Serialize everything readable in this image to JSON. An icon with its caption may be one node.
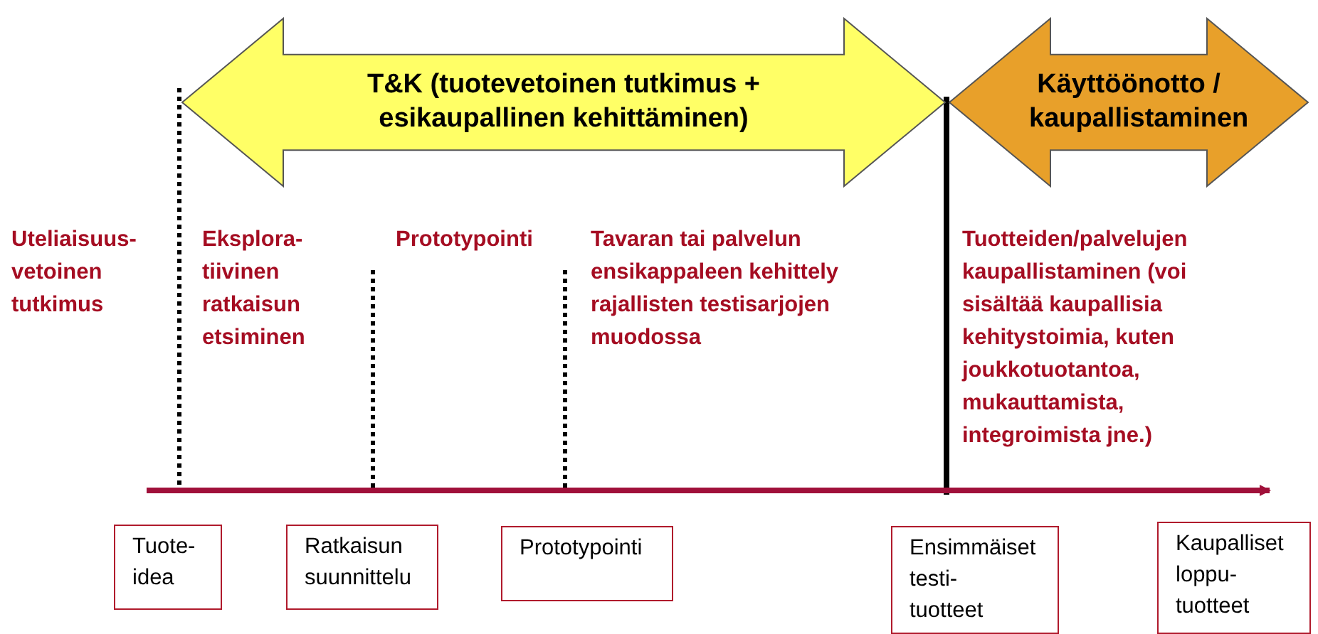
{
  "diagram": {
    "nodes": [
      {
        "text": [
          "T&K (tuotevetoinen tutkimus + esikaupallinen kehittäminen)"
        ]
      },
      {
        "text": [
          "Käyttöönotto / kaupallistaminen"
        ]
      },
      {
        "text": [
          "Tuote- idea"
        ]
      },
      {
        "text": [
          "Ratkaisun suunnittelu"
        ]
      },
      {
        "text": [
          "Prototypointi"
        ]
      },
      {
        "text": [
          "Ensimmäiset testi- tuotteet"
        ]
      },
      {
        "text": [
          "Kaupalliset loppu- tuotteet"
        ]
      }
    ],
    "edges": [],
    "labels": [
      "Uteliaisuus- vetoinen tutkimus",
      "Eksplora- tiivinen ratkaisun etsiminen",
      "Prototypointi",
      "Tavaran tai palvelun ensikappaleen kehittely rajallisten testisarjojen muodossa",
      "Tuotteiden/palvelujen kaupallistaminen (voi sisältää kaupallisia kehitystoimia, kuten joukkotuotantoa, mukauttamista, integroimista jne.)"
    ]
  }
}
